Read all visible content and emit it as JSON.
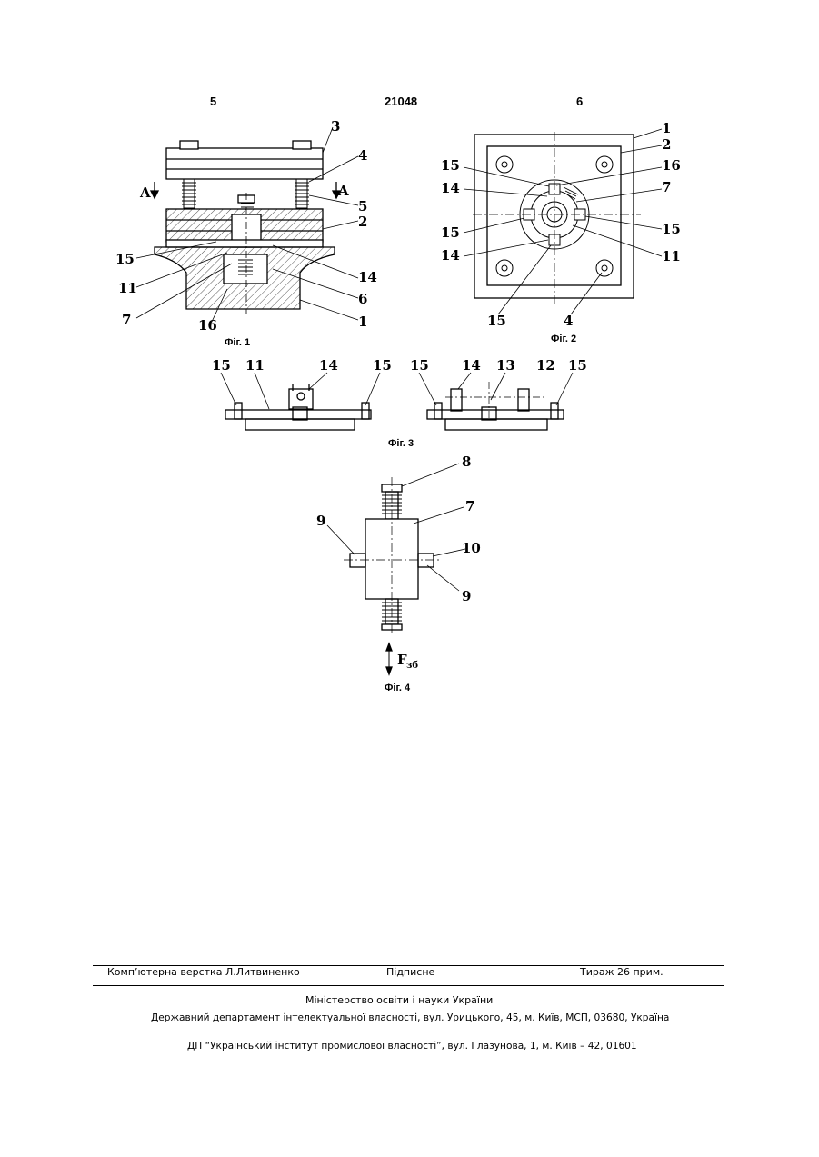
{
  "header": {
    "left_page": "5",
    "patent_number": "21048",
    "right_page": "6"
  },
  "figures": {
    "fig1": {
      "caption": "Фіг. 1",
      "labels": {
        "l3": "3",
        "l4": "4",
        "lA1": "A",
        "lA2": "A",
        "l5": "5",
        "l2": "2",
        "l15": "15",
        "l11": "11",
        "l14": "14",
        "l7": "7",
        "l6": "6",
        "l16": "16",
        "l1": "1"
      }
    },
    "fig2": {
      "caption": "Фіг. 2",
      "labels": {
        "l1": "1",
        "l2": "2",
        "l15a": "15",
        "l16": "16",
        "l14a": "14",
        "l7": "7",
        "l15b": "15",
        "l15c": "15",
        "l14b": "14",
        "l11": "11",
        "l15d": "15",
        "l4": "4"
      }
    },
    "fig3": {
      "caption": "Фіг. 3",
      "labels": {
        "l15a": "15",
        "l11": "11",
        "l14a": "14",
        "l15b": "15",
        "l15c": "15",
        "l14b": "14",
        "l13": "13",
        "l12": "12",
        "l15d": "15"
      }
    },
    "fig4": {
      "caption": "Фіг. 4",
      "labels": {
        "l8": "8",
        "l9a": "9",
        "l7": "7",
        "l10": "10",
        "l9b": "9",
        "force": "F",
        "force_sub": "зб"
      }
    }
  },
  "footer": {
    "typeset": "Комп’ютерна верстка Л.Литвиненко",
    "signed": "Підписне",
    "circulation": "Тираж 26 прим.",
    "ministry": "Міністерство освіти і науки України",
    "department": "Державний департамент інтелектуальної власності, вул. Урицького, 45, м. Київ, МСП, 03680, Україна",
    "publisher": "ДП “Український інститут промислової власності”, вул. Глазунова, 1, м. Київ – 42, 01601"
  }
}
